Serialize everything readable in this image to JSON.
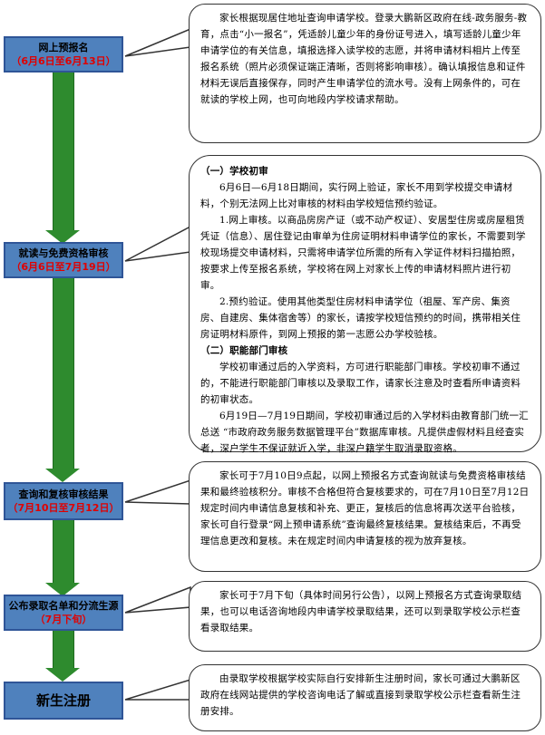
{
  "steps": [
    {
      "title": "网上预报名",
      "date": "（6月6日至6月13日）"
    },
    {
      "title": "就读与免费资格审核",
      "date": "（6月6日至7月19日）"
    },
    {
      "title": "查询和复核审核结果",
      "date": "（7月10日至7月12日）"
    },
    {
      "title": "公布录取名单和分流生源",
      "date": "（7月下旬）"
    },
    {
      "title": "新生注册",
      "date": ""
    }
  ],
  "notes": {
    "prereg": "家长根据现居住地址查询申请学校。登录大鹏新区政府在线-政务服务-教育，点击“小一报名”，凭适龄儿童少年的身份证号进入，填写适龄儿童少年申请学位的有关信息，填报选择入读学校的志愿，并将申请材料相片上传至报名系统（照片必须保证端正清晰，否则将影响审核）。确认填报信息和证件材料无误后直接保存，同时产生申请学位的流水号。没有上网条件的，可在就读的学校上网，也可向地段内学校请求帮助。",
    "review": {
      "h1": "（一）学校初审",
      "p1": "6月6日—6月18日期间，实行网上验证，家长不用到学校提交申请材料，个别无法网上比对审核的材料由学校短信预约验证。",
      "p2": "1.网上审核。以商品房房产证（或不动产权证）、安居型住房或房屋租赁凭证（信息）、居住登记由审单为住房证明材料申请学位的家长，不需要到学校现场提交申请材料，只需将申请学位所需的所有入学证件材料扫描拍照，按要求上传至报名系统，学校将在网上对家长上传的申请材料照片进行初审。",
      "p3": "2.预约验证。使用其他类型住房材料申请学位（祖屋、军产房、集资房、自建房、集体宿舍等）的家长，请按学校短信预约的时间，携带相关住房证明材料原件，到网上预报的第一志愿公办学校验核。",
      "h2": "（二）职能部门审核",
      "p4": "学校初审通过后的入学资料，方可进行职能部门审核。学校初审不通过的，不能进行职能部门审核以及录取工作，请家长注意及时查看所申请资料的初审状态。",
      "p5": "6月19日—7月19日期间，学校初审通过后的入学材料由教育部门统一汇总送 “市政府政务服务数据管理平台”数据库审核。凡提供虚假材料且经查实者，深户学生不保证就近入学，非深户籍学生取消录取资格。"
    },
    "query": "家长可于7月10日9点起，以网上预报名方式查询就读与免费资格审核结果和最终验核积分。审核不合格但符合复核要求的，可在7月10日至7月12日规定时间内申请信息复核和补充、更正，复核后的信息将再次送平台验核，家长可自行登录“网上预申请系统”查询最终复核结果。复核结束后，不再受理信息更改和复核。未在规定时间内申请复核的视为放弃复核。",
    "publish": "家长可于7月下旬（具体时间另行公告），以网上预报名方式查询录取结果，也可以电话咨询地段内申请学校录取结果，还可以到录取学校公示栏查看录取结果。",
    "register": "由录取学校根据学校实际自行安排新生注册时间，家长可通过大鹏新区政府在线网站提供的学校咨询电话了解或直接到录取学校公示栏查看新生注册安排。"
  },
  "colors": {
    "box_fill": "#4f81bd",
    "arrow": "#2e8b2e",
    "date_text": "#e00000"
  }
}
